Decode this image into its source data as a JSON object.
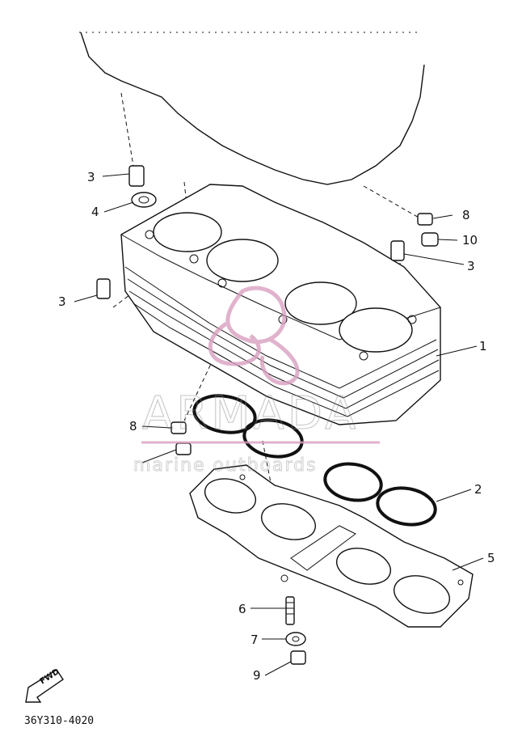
{
  "diagram": {
    "part_code": "36Y310-4020",
    "forward_label": "FWD",
    "callouts": [
      "1",
      "2",
      "3",
      "4",
      "5",
      "6",
      "7",
      "8",
      "9",
      "10"
    ],
    "watermark": {
      "brand": "ARMADA",
      "tagline": "marine outboards",
      "accent_color": "#d9a0c0"
    },
    "colors": {
      "line": "#111111",
      "background": "#ffffff"
    }
  }
}
